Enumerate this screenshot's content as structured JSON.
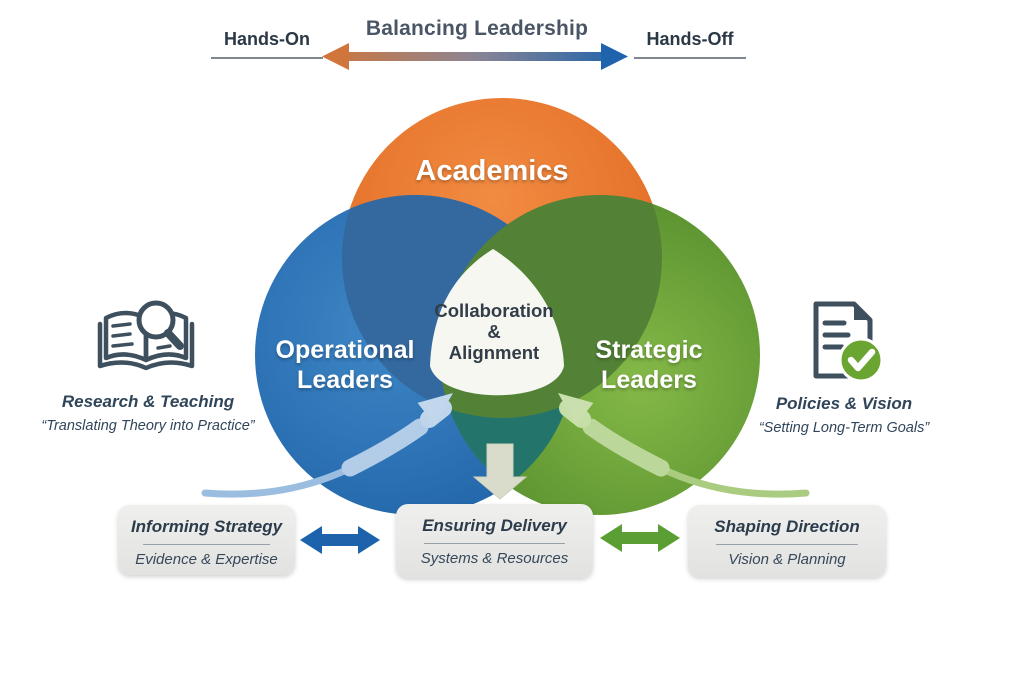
{
  "header": {
    "title": "Balancing Leadership",
    "left_label": "Hands-On",
    "right_label": "Hands-Off",
    "arrow_gradient": [
      "#d0763c",
      "#8b8494",
      "#1e63ac"
    ]
  },
  "venn": {
    "top_circle_label": "Academics",
    "left_circle_label": "Operational\nLeaders",
    "right_circle_label": "Strategic\nLeaders",
    "center_label": "Collaboration\n&\nAlignment",
    "colors": {
      "orange": "#e2661e",
      "blue": "#2166ab",
      "green": "#5e9733",
      "overlap_blue_orange": "#33699f",
      "overlap_green_orange": "#538237",
      "overlap_blue_green": "#23746b",
      "center_bg": "#f6f7f1"
    }
  },
  "left_callout": {
    "icon": "book-magnifier-icon",
    "title": "Research & Teaching",
    "quote": "“Translating Theory into Practice”"
  },
  "right_callout": {
    "icon": "document-check-icon",
    "title": "Policies & Vision",
    "quote": "“Setting Long-Term Goals”"
  },
  "bottom_boxes": [
    {
      "title": "Informing Strategy",
      "subtitle": "Evidence & Expertise"
    },
    {
      "title": "Ensuring Delivery",
      "subtitle": "Systems & Resources"
    },
    {
      "title": "Shaping Direction",
      "subtitle": "Vision & Planning"
    }
  ],
  "connectors": {
    "left_mid_arrow_color": "#1d63ac",
    "mid_right_arrow_color": "#5b9e33",
    "down_arrow_color": "#d9dcca",
    "left_swoosh_color": "#aac7e4",
    "right_swoosh_color": "#c0da9f"
  }
}
